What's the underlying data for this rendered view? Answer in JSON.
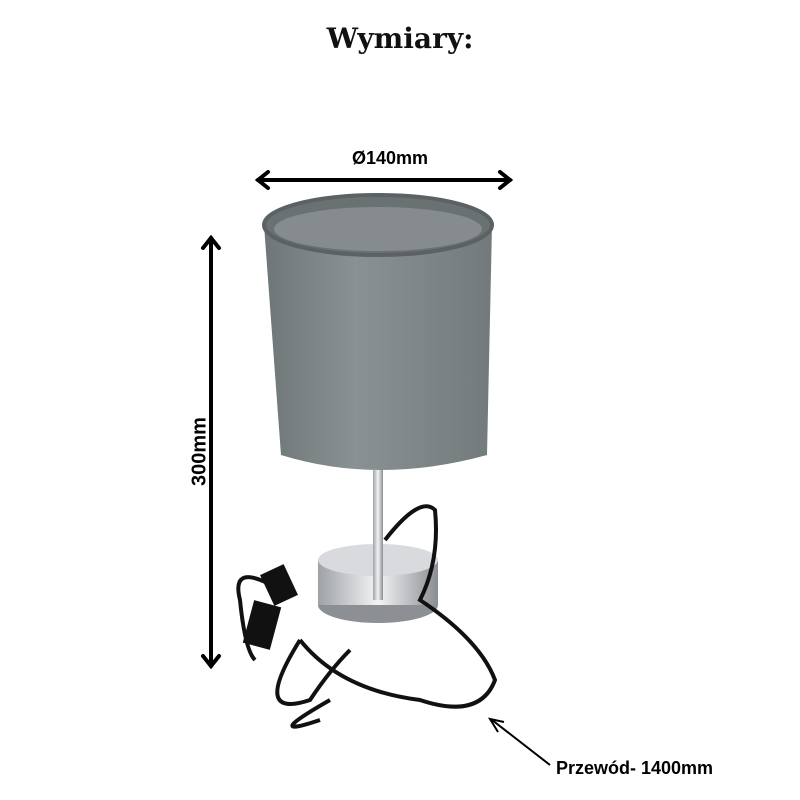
{
  "title": "Wymiary:",
  "dimensions": {
    "diameter": "Ø140mm",
    "height": "300mm",
    "cable": "Przewód- 1400mm"
  },
  "colors": {
    "shade": "#7d8486",
    "arrow": "#000000",
    "chrome": "#c9ccd0",
    "cable": "#111111"
  }
}
